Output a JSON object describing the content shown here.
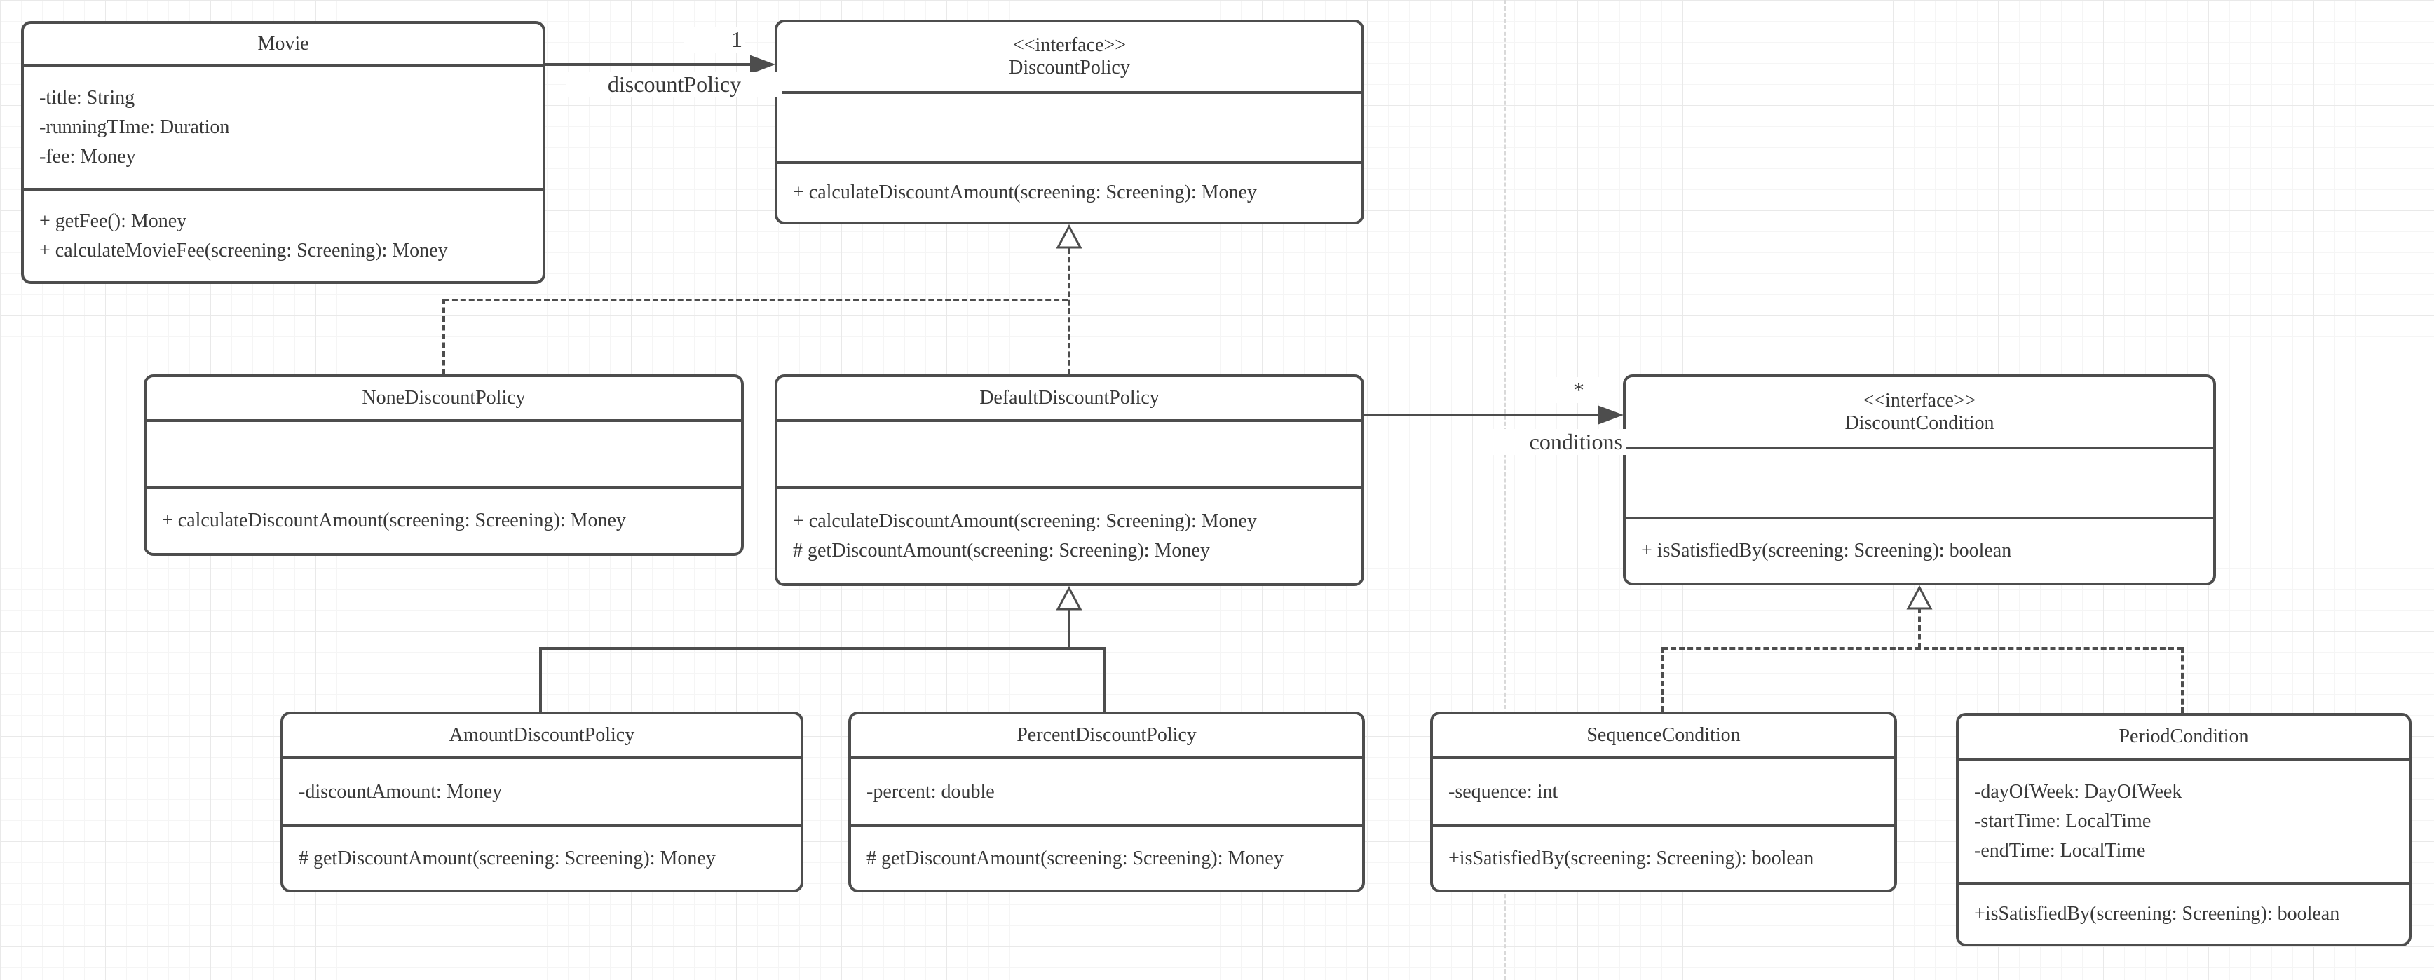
{
  "diagram": {
    "classes": [
      {
        "name": "Movie",
        "stereotype": "",
        "attributes": [
          "-title: String",
          "-runningTIme: Duration",
          "-fee: Money"
        ],
        "operations": [
          "+ getFee(): Money",
          "+ calculateMovieFee(screening: Screening): Money"
        ]
      },
      {
        "name": "DiscountPolicy",
        "stereotype": "<<interface>>",
        "attributes": [],
        "operations": [
          "+ calculateDiscountAmount(screening: Screening): Money"
        ]
      },
      {
        "name": "NoneDiscountPolicy",
        "stereotype": "",
        "attributes": [],
        "operations": [
          "+ calculateDiscountAmount(screening: Screening): Money"
        ]
      },
      {
        "name": "DefaultDiscountPolicy",
        "stereotype": "",
        "attributes": [],
        "operations": [
          "+ calculateDiscountAmount(screening: Screening): Money",
          "# getDiscountAmount(screening: Screening): Money"
        ]
      },
      {
        "name": "DiscountCondition",
        "stereotype": "<<interface>>",
        "attributes": [],
        "operations": [
          "+ isSatisfiedBy(screening: Screening): boolean"
        ]
      },
      {
        "name": "AmountDiscountPolicy",
        "stereotype": "",
        "attributes": [
          "-discountAmount: Money"
        ],
        "operations": [
          "# getDiscountAmount(screening: Screening): Money"
        ]
      },
      {
        "name": "PercentDiscountPolicy",
        "stereotype": "",
        "attributes": [
          "-percent: double"
        ],
        "operations": [
          "# getDiscountAmount(screening: Screening): Money"
        ]
      },
      {
        "name": "SequenceCondition",
        "stereotype": "",
        "attributes": [
          "-sequence: int"
        ],
        "operations": [
          "+isSatisfiedBy(screening: Screening): boolean"
        ]
      },
      {
        "name": "PeriodCondition",
        "stereotype": "",
        "attributes": [
          "-dayOfWeek: DayOfWeek",
          "-startTime: LocalTime",
          "-endTime: LocalTime"
        ],
        "operations": [
          "+isSatisfiedBy(screening: Screening): boolean"
        ]
      }
    ],
    "associations": [
      {
        "from": "Movie",
        "to": "DiscountPolicy",
        "multiplicity": "1",
        "label": "discountPolicy"
      },
      {
        "from": "DefaultDiscountPolicy",
        "to": "DiscountCondition",
        "multiplicity": "*",
        "label": "conditions"
      }
    ],
    "realizations": [
      {
        "from": "NoneDiscountPolicy",
        "to": "DiscountPolicy"
      },
      {
        "from": "DefaultDiscountPolicy",
        "to": "DiscountPolicy"
      },
      {
        "from": "SequenceCondition",
        "to": "DiscountCondition"
      },
      {
        "from": "PeriodCondition",
        "to": "DiscountCondition"
      }
    ],
    "generalizations": [
      {
        "from": "AmountDiscountPolicy",
        "to": "DefaultDiscountPolicy"
      },
      {
        "from": "PercentDiscountPolicy",
        "to": "DefaultDiscountPolicy"
      }
    ]
  },
  "colors": {
    "stroke": "#4d4d4d",
    "text": "#383838",
    "background": "#ffffff",
    "grid_minor": "#f5f5f5",
    "grid_major": "#e9e9e9",
    "page_boundary": "#d9d9d9"
  }
}
